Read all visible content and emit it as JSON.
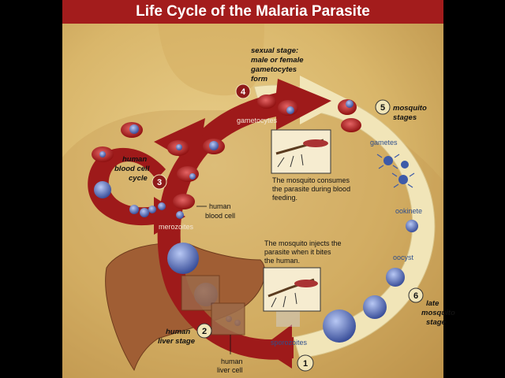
{
  "title": "Life Cycle of the Malaria Parasite",
  "stages": {
    "s1": {
      "number": "1"
    },
    "s2": {
      "number": "2",
      "label_line1": "human",
      "label_line2": "liver stage"
    },
    "s3": {
      "number": "3",
      "label_line1": "human",
      "label_line2": "blood cell",
      "label_line3": "cycle"
    },
    "s4": {
      "number": "4",
      "label_line1": "sexual stage:",
      "label_line2": "male or female",
      "label_line3": "gametocytes",
      "label_line4": "form"
    },
    "s5": {
      "number": "5",
      "label_line1": "mosquito",
      "label_line2": "stages"
    },
    "s6": {
      "number": "6",
      "label_line1": "late",
      "label_line2": "mosquito",
      "label_line3": "stage"
    }
  },
  "labels": {
    "gametocytes": "gametocytes",
    "merozoites": "merozoites",
    "sporozoites": "sporozoites",
    "gametes": "gametes",
    "ookinete": "ookinete",
    "oocyst": "oocyst",
    "human_blood_cell_1": "human",
    "human_blood_cell_2": "blood cell",
    "human_liver_cell_1": "human",
    "human_liver_cell_2": "liver cell"
  },
  "captions": {
    "consume_1": "The mosquito consumes",
    "consume_2": "the parasite during blood",
    "consume_3": "feeding.",
    "inject_1": "The mosquito injects the",
    "inject_2": "parasite when it bites",
    "inject_3": "the human."
  },
  "colors": {
    "title_bg": "#a31c1c",
    "arrow_red": "#9e1a1a",
    "ring_cream": "#f1e5b8",
    "parasite_blue": "#5a73c4",
    "badge_red": "#8f1a1a"
  },
  "icons": [
    "mosquito-feeding-icon",
    "mosquito-biting-icon",
    "liver-icon"
  ]
}
